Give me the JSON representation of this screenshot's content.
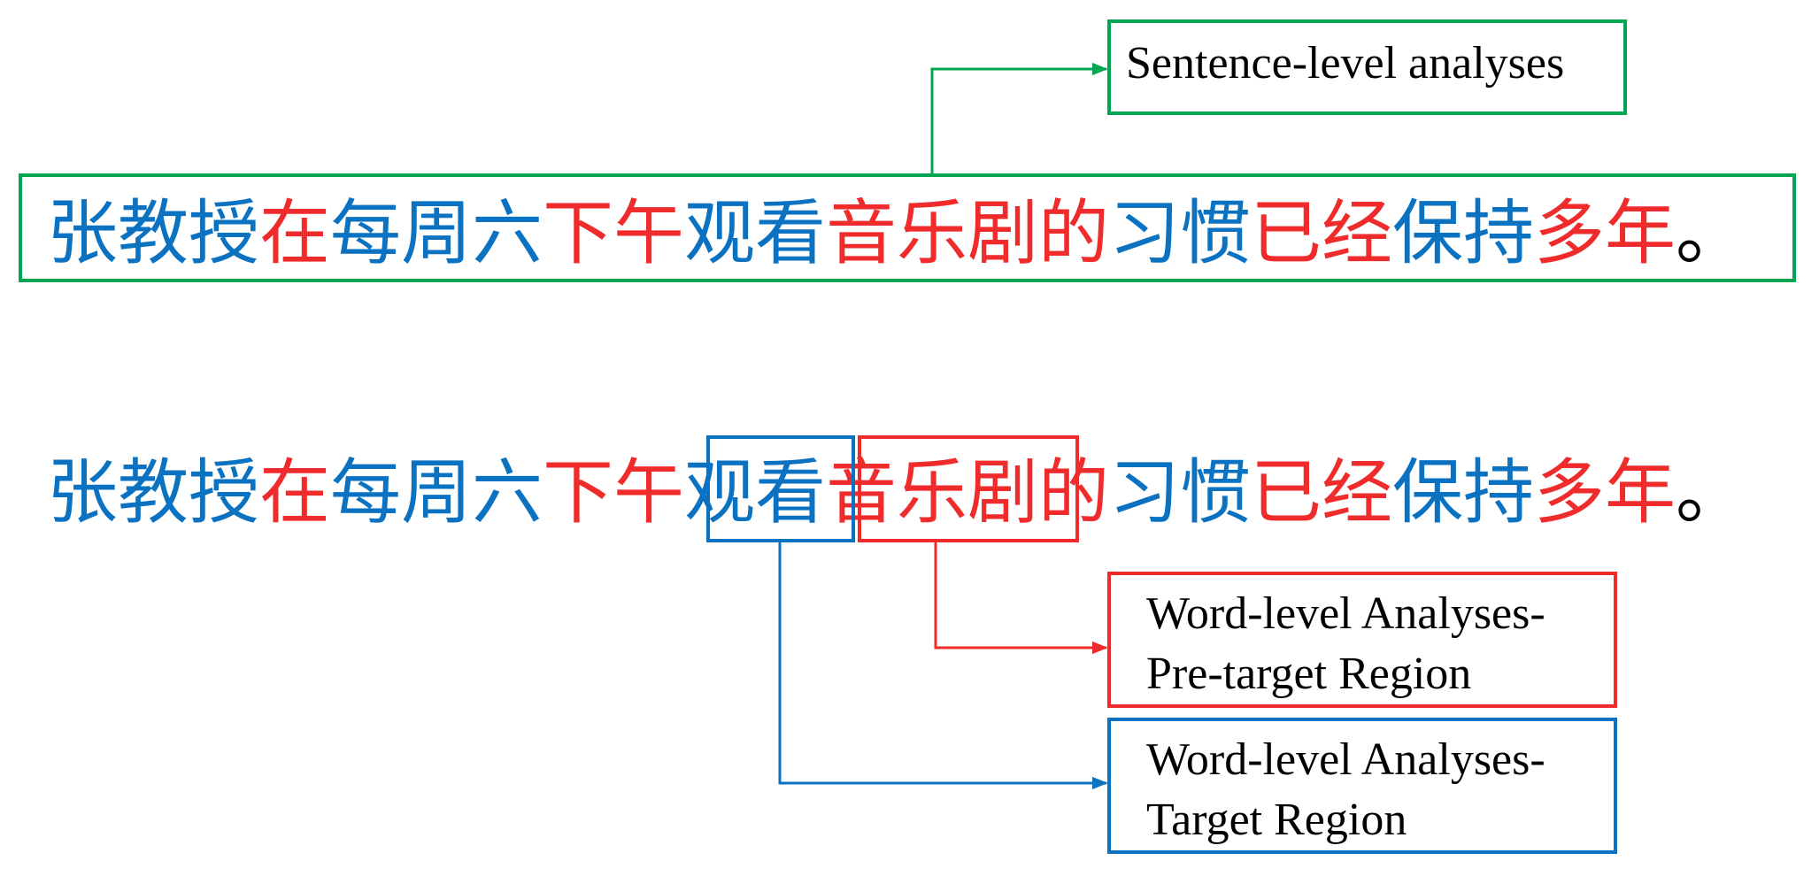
{
  "colors": {
    "blue": "#0a72c0",
    "red": "#ef2b2b",
    "green": "#00a650",
    "black": "#000000"
  },
  "sentence_segments": [
    {
      "text": "张教授",
      "color": "blue"
    },
    {
      "text": "在",
      "color": "red"
    },
    {
      "text": "每周六",
      "color": "blue"
    },
    {
      "text": "下午",
      "color": "red"
    },
    {
      "text": "观看",
      "color": "blue"
    },
    {
      "text": "音乐剧",
      "color": "red"
    },
    {
      "text": "的",
      "color": "red"
    },
    {
      "text": "习惯",
      "color": "blue"
    },
    {
      "text": "已经",
      "color": "red"
    },
    {
      "text": "保持",
      "color": "blue"
    },
    {
      "text": "多年",
      "color": "red"
    },
    {
      "text": "。",
      "color": "black"
    }
  ],
  "labels": {
    "sentence_level": "Sentence-level analyses",
    "pre_target_line1": "Word-level Analyses-",
    "pre_target_line2": "Pre-target Region",
    "target_line1": "Word-level Analyses-",
    "target_line2": "Target Region"
  }
}
